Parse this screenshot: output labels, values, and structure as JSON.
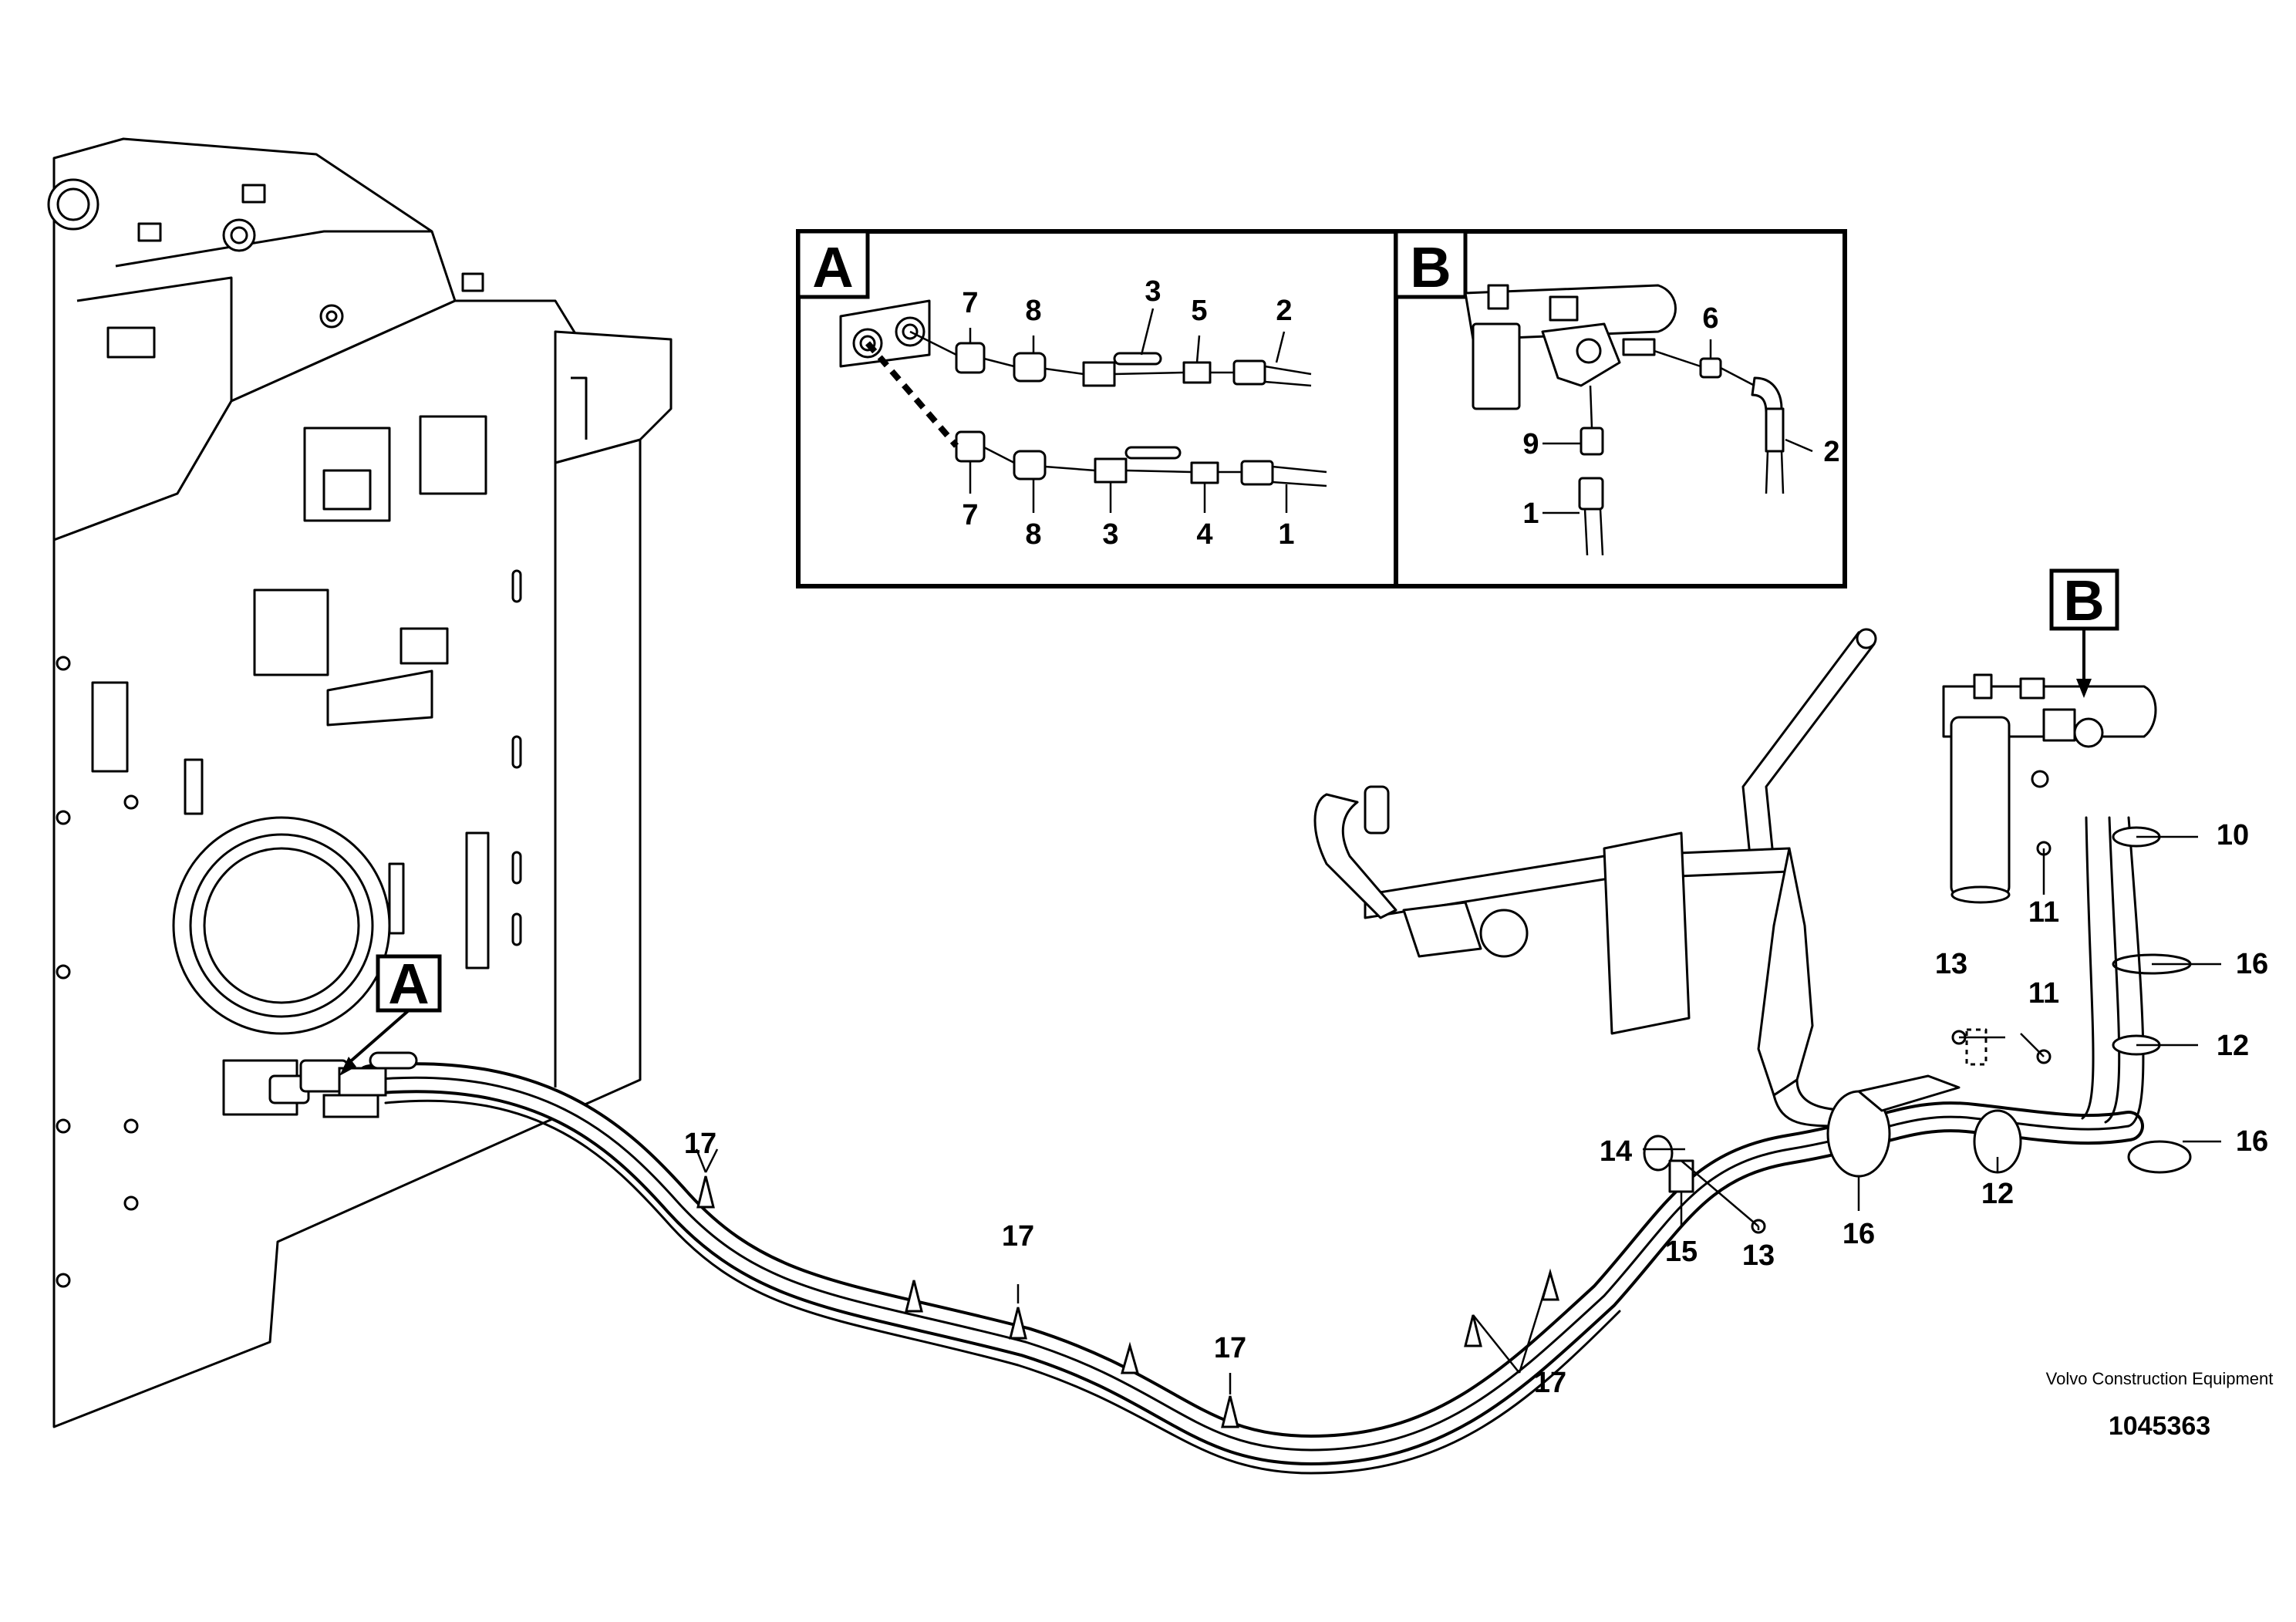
{
  "detail_views": {
    "a": {
      "letter": "A",
      "labels": {
        "top": [
          "7",
          "8",
          "3",
          "5",
          "2"
        ],
        "bottom": [
          "7",
          "8",
          "3",
          "4",
          "1"
        ]
      }
    },
    "b": {
      "letter": "B",
      "labels": [
        "6",
        "2",
        "9",
        "1"
      ]
    }
  },
  "main_view": {
    "markers": {
      "a": "A",
      "b": "B"
    },
    "callouts": [
      "10",
      "11",
      "16",
      "13",
      "11",
      "12",
      "14",
      "16",
      "12",
      "16",
      "15",
      "13",
      "17",
      "17",
      "17",
      "17"
    ]
  },
  "footer": {
    "brand": "Volvo Construction Equipment",
    "part_number": "1045363"
  },
  "colors": {
    "line": "#000000",
    "fill": "#ffffff",
    "shade": "#e6e6e6"
  }
}
